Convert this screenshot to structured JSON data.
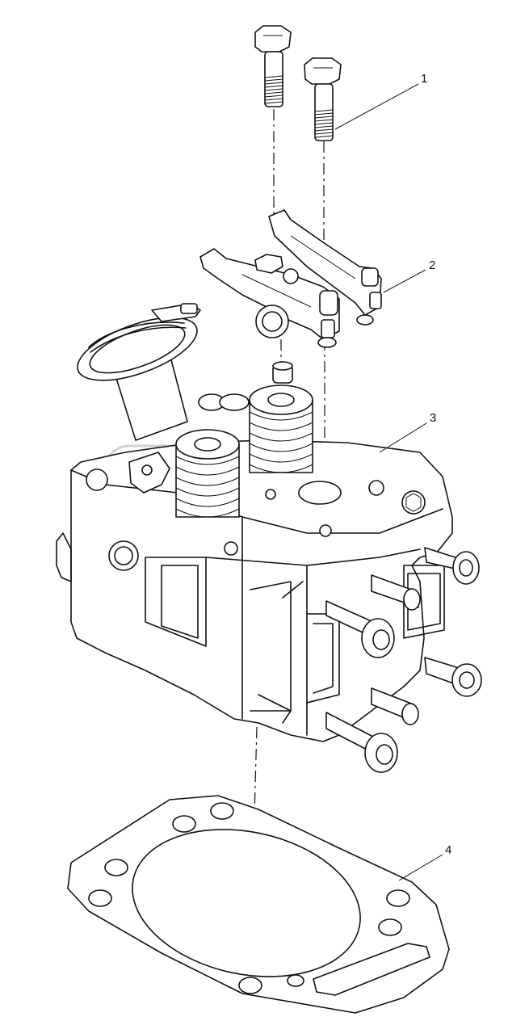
{
  "callouts": [
    {
      "label": "1"
    },
    {
      "label": "2"
    },
    {
      "label": "3"
    },
    {
      "label": "4"
    }
  ],
  "watermark": {
    "trademark": "TM"
  },
  "colors": {
    "line": "#111111",
    "background": "#ffffff",
    "watermark": "#bdbdbd"
  }
}
